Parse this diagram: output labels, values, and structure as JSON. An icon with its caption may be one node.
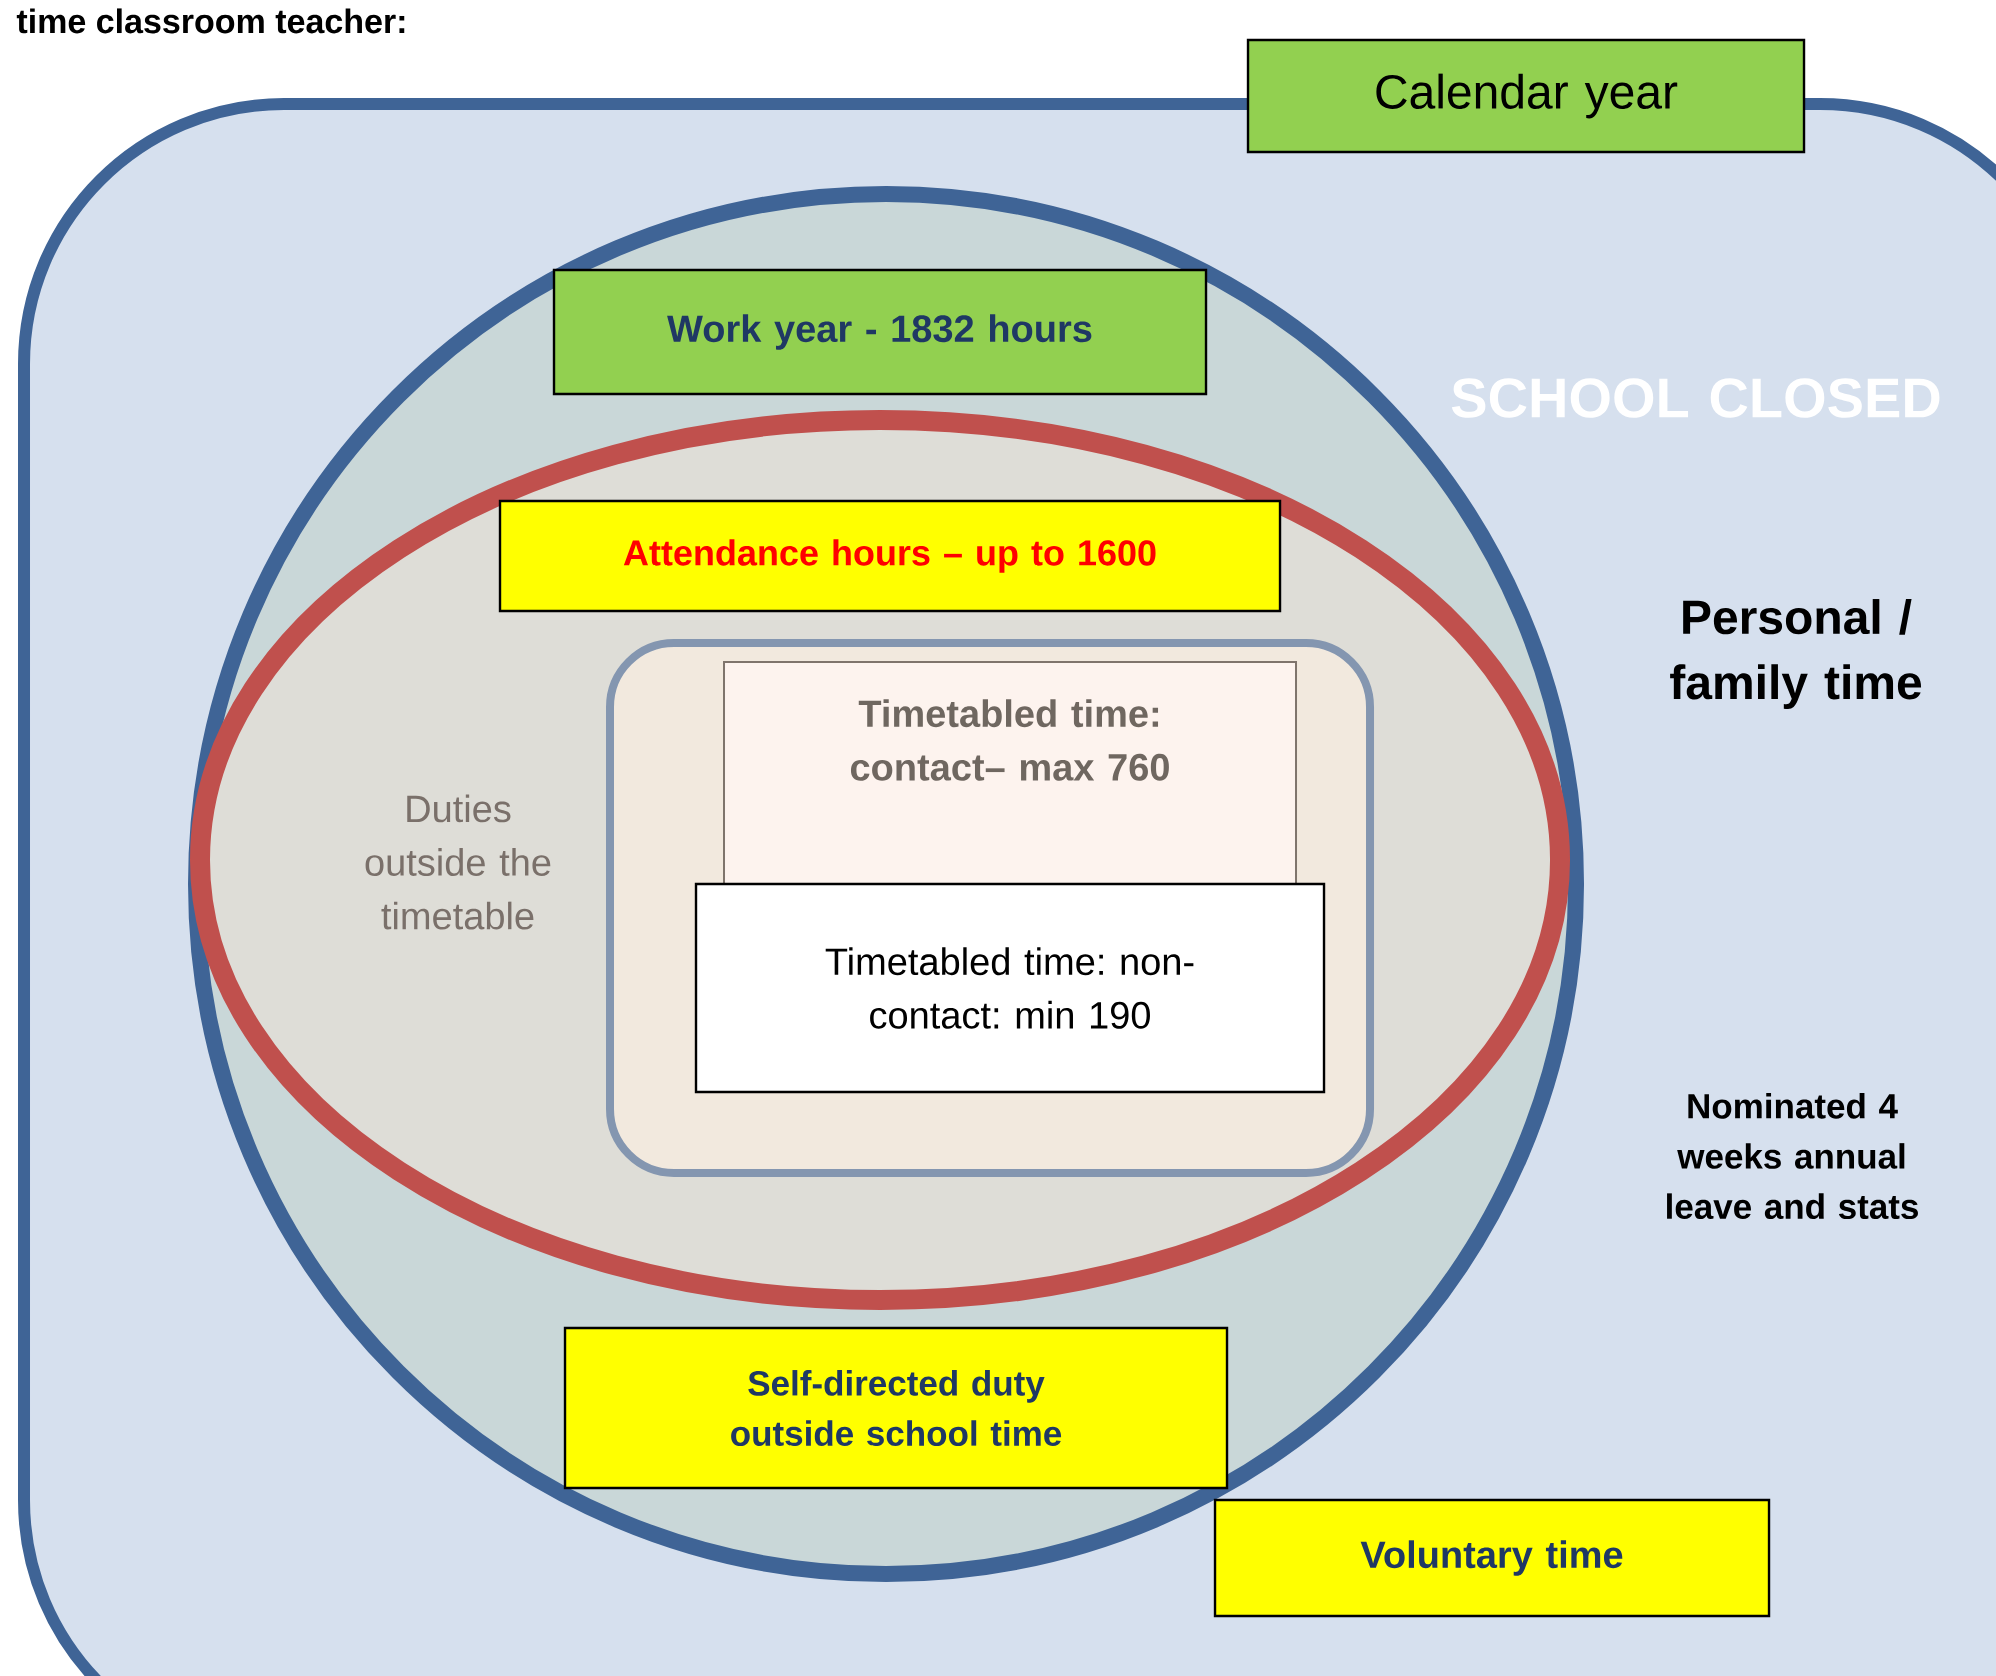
{
  "diagram": {
    "nodes": [
      {
        "text": [
          "SCHOOL CLOSED",
          "Personal / family time",
          "Nominated 4 weeks annual leave and stats"
        ]
      },
      {
        "text": [
          "Calendar year"
        ]
      },
      {
        "text": [],
        "shape": "circle",
        "in": 0
      },
      {
        "text": [
          "Work year - 1832 hours"
        ],
        "in": 2
      },
      {
        "text": [
          "Duties outside the timetable"
        ],
        "in": 2
      },
      {
        "text": [
          "Attendance hours – up to 1600"
        ],
        "in": 4
      },
      {
        "text": [],
        "shape": "box",
        "in": 4
      },
      {
        "text": [
          "Timetabled time: contact– max 760"
        ],
        "in": 6
      },
      {
        "text": [
          "Timetabled time: non-contact: min 190"
        ],
        "in": 6
      },
      {
        "text": [
          "Self-directed duty outside school time"
        ],
        "in": 2
      },
      {
        "text": [
          "Voluntary time"
        ],
        "in": 0
      }
    ],
    "labels": [
      "time classroom teacher:"
    ]
  }
}
